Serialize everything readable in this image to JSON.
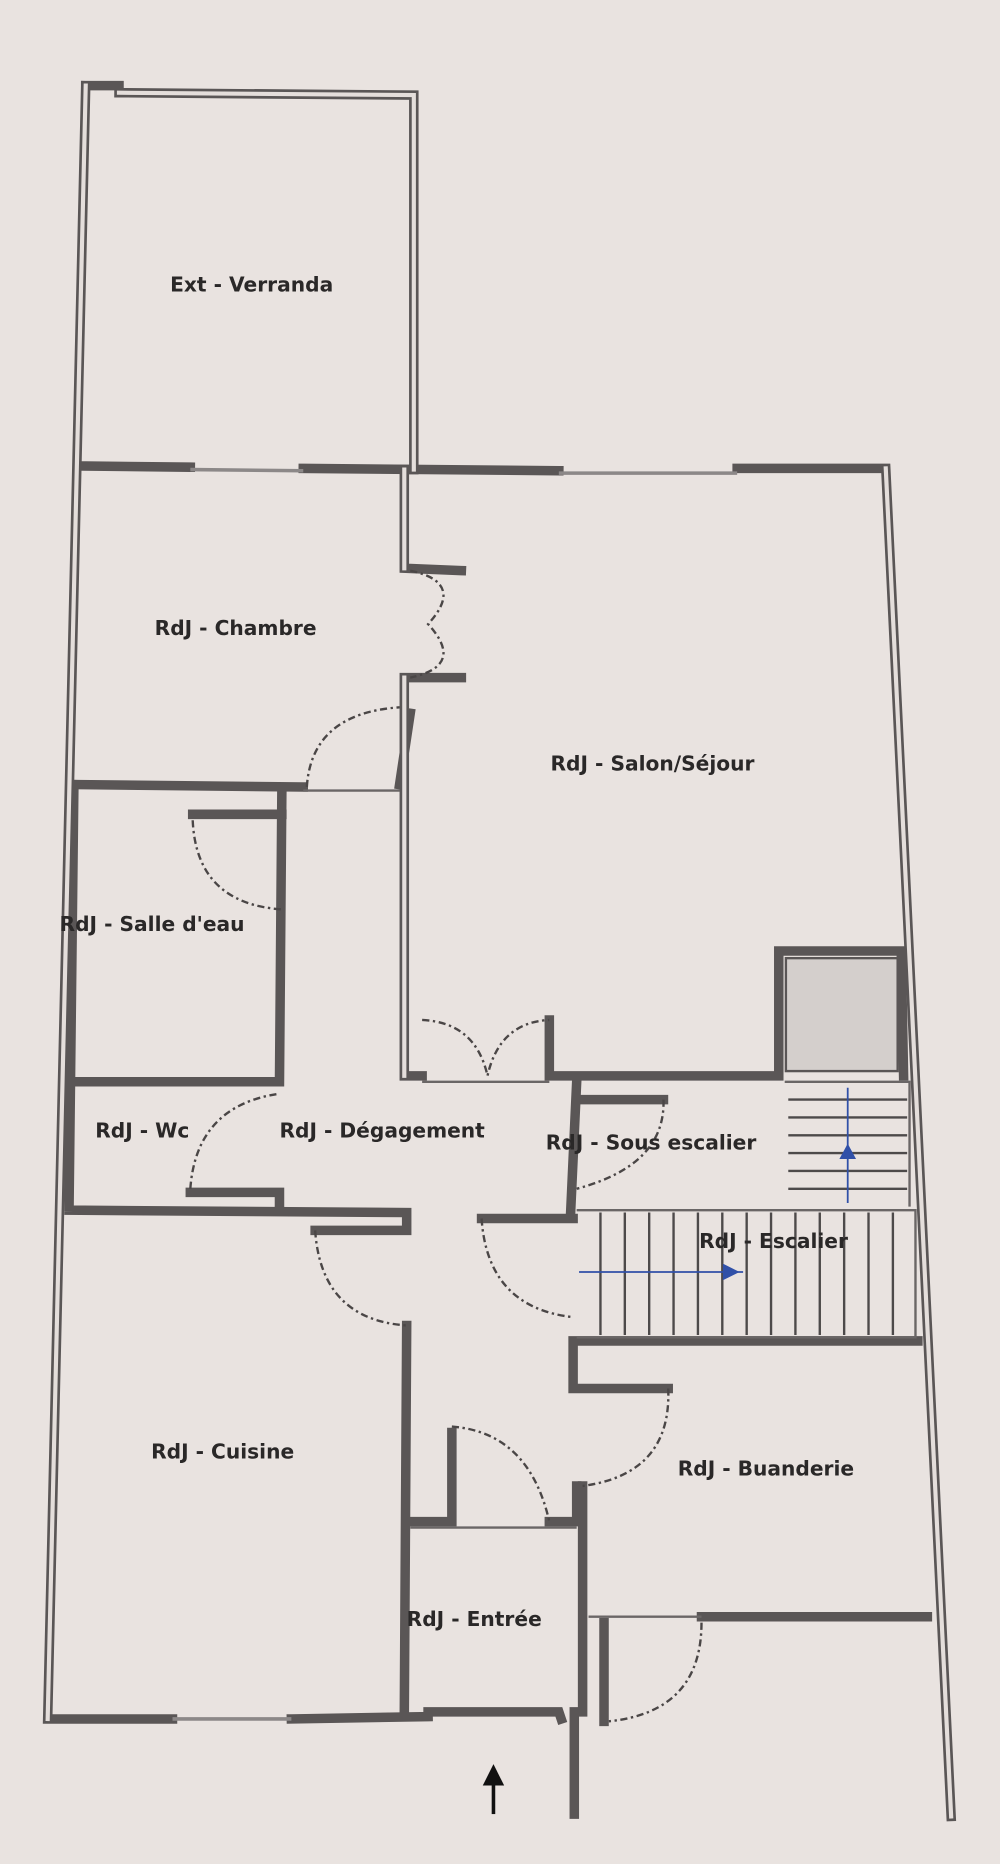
{
  "rooms": {
    "veranda": "Ext - Verranda",
    "chambre": "RdJ - Chambre",
    "salon": "RdJ - Salon/Séjour",
    "salle_eau": "RdJ - Salle d'eau",
    "wc": "RdJ - Wc",
    "degagement": "RdJ - Dégagement",
    "sous_escalier": "RdJ - Sous escalier",
    "escalier": "RdJ - Escalier",
    "cuisine": "RdJ - Cuisine",
    "buanderie": "RdJ - Buanderie",
    "entree": "RdJ - Entrée"
  },
  "colors": {
    "paper": "#e9e3e0",
    "wall": "#5a5656",
    "stair_arrow": "#3050a8"
  }
}
